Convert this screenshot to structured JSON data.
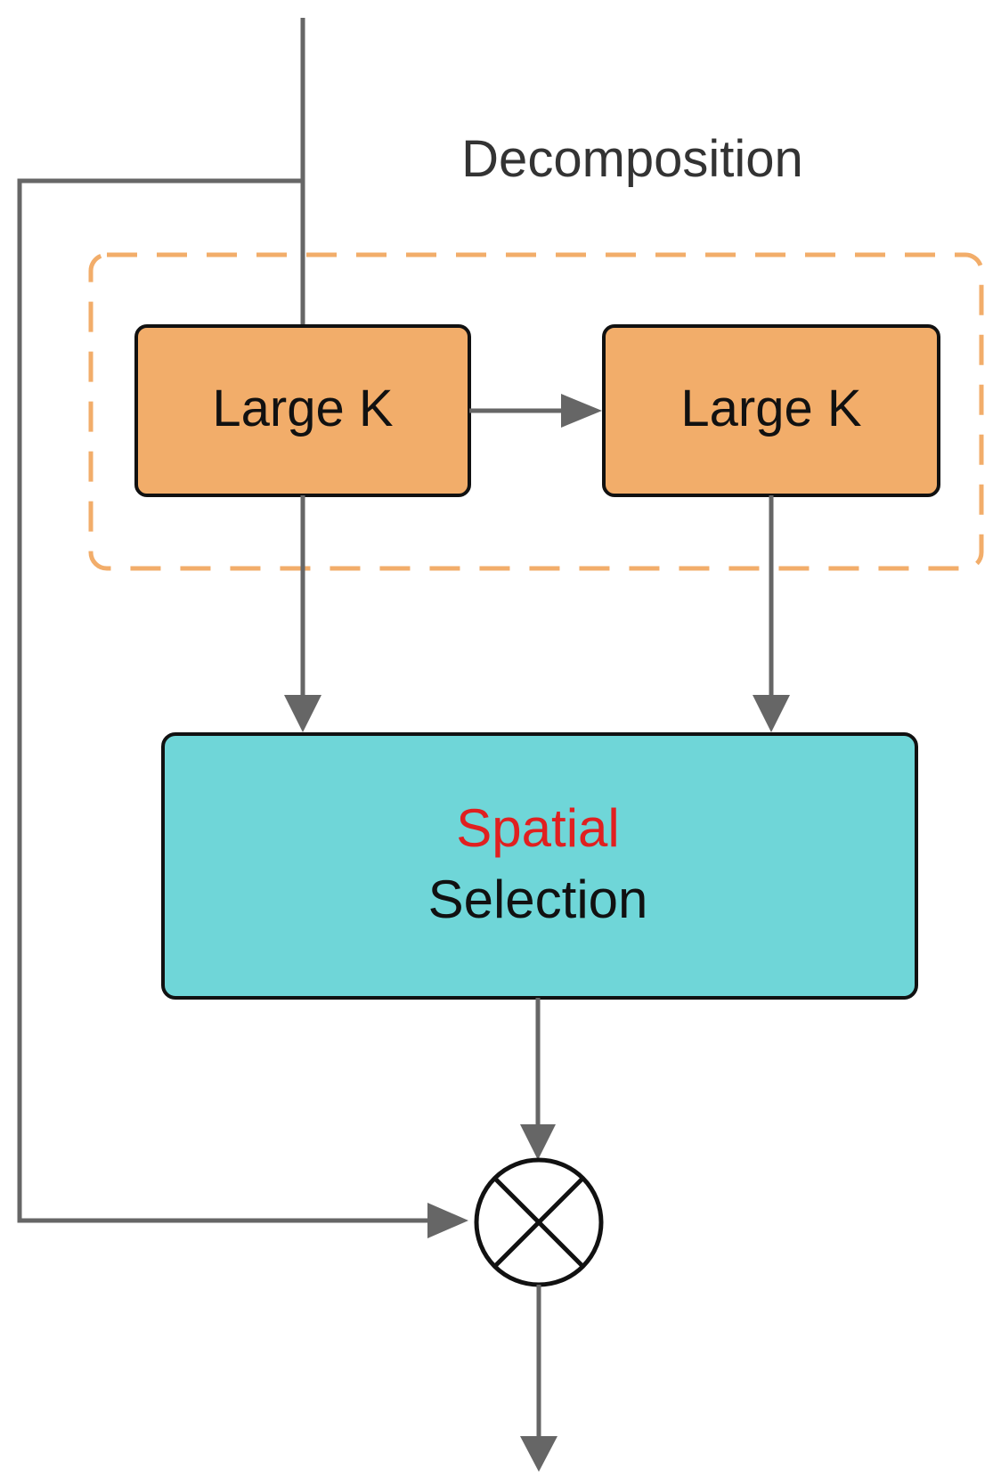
{
  "diagram": {
    "group_label": "Decomposition",
    "block1_label": "Large K",
    "block2_label": "Large K",
    "selection_line1": "Spatial",
    "selection_line2": "Selection",
    "multiply_operator": "multiply-circle-icon"
  },
  "colors": {
    "line": "#666666",
    "orange_block": "#f2ad6a",
    "orange_dash": "#f2ad6a",
    "teal_block": "#6fd6d8",
    "accent_text": "#e02020",
    "text": "#111111",
    "label_text": "#333333"
  }
}
